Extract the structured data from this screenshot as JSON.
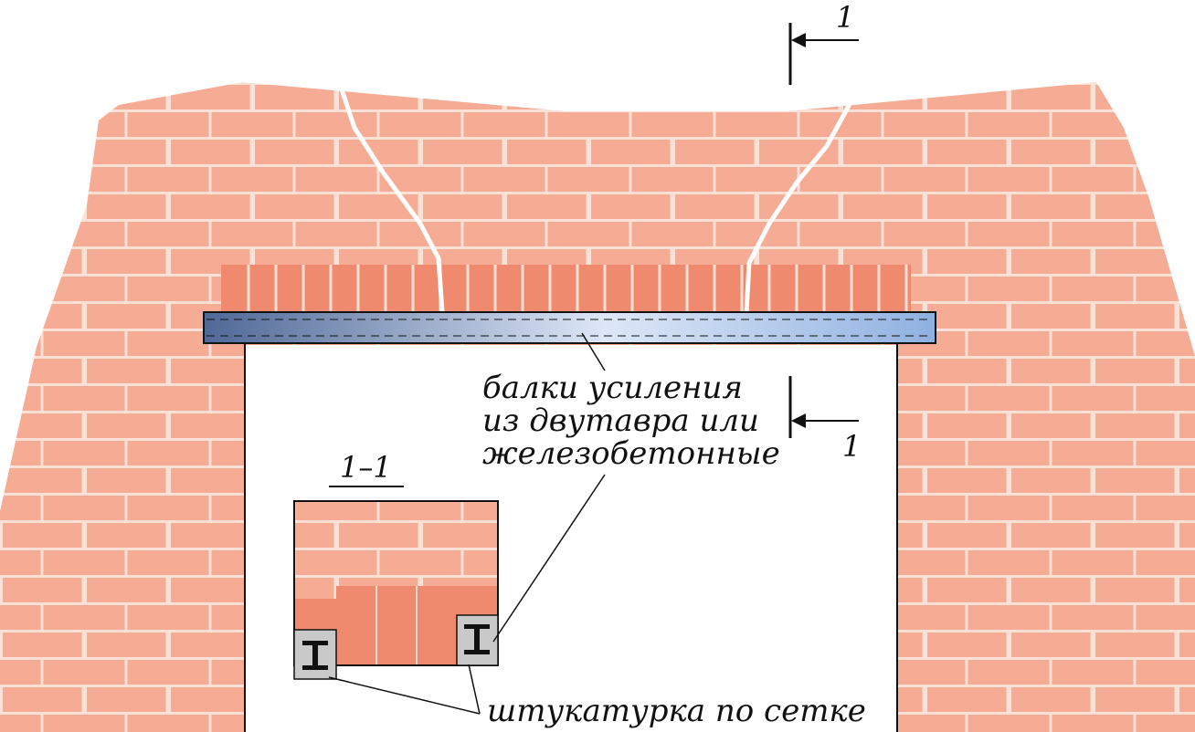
{
  "labels": {
    "beam_line1": "балки усиления",
    "beam_line2": "из двутавра или",
    "beam_line3": "железобетонные",
    "plaster": "штукатурка по сетке",
    "section_title": "1–1",
    "section_mark_top": "1",
    "section_mark_bottom": "1"
  },
  "colors": {
    "brick": "#f5ab94",
    "mortar": "#fde0d6",
    "lintel_brick": "#f08a6e",
    "crack": "#ffffff",
    "beam_dark": "#4f6896",
    "beam_light": "#dde7f7",
    "plaster_fill": "#c9c9c9",
    "ink": "#111111"
  },
  "icons": [
    "i-beam-icon",
    "i-beam-icon"
  ]
}
